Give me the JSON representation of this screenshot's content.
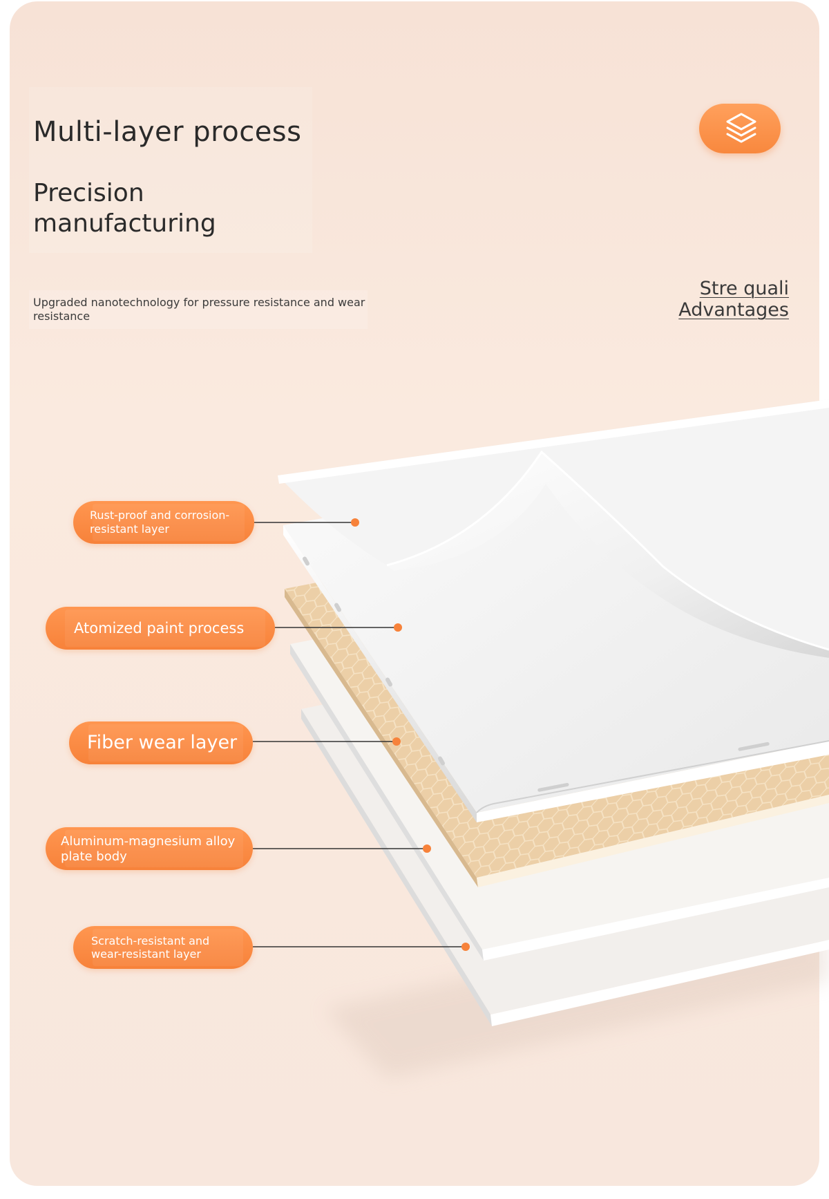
{
  "header": {
    "title": "Multi-layer process",
    "subtitle": "Precision\nmanufacturing",
    "description": "Upgraded nanotechnology for pressure resistance and wear resistance"
  },
  "icon": {
    "name": "layers-icon",
    "color": "#f8883e"
  },
  "advantages": {
    "line1": "Stre quali",
    "line2": "Advantages"
  },
  "layers": [
    {
      "label": "Rust-proof and corrosion-\nresistant layer"
    },
    {
      "label": "Atomized paint process"
    },
    {
      "label": "Fiber wear layer"
    },
    {
      "label": "Aluminum-magnesium alloy\nplate body"
    },
    {
      "label": "Scratch-resistant and\nwear-resistant layer"
    }
  ],
  "colors": {
    "accent": "#f7823a",
    "background": "#f8e6db",
    "honeycomb": "#e8cfa8"
  }
}
